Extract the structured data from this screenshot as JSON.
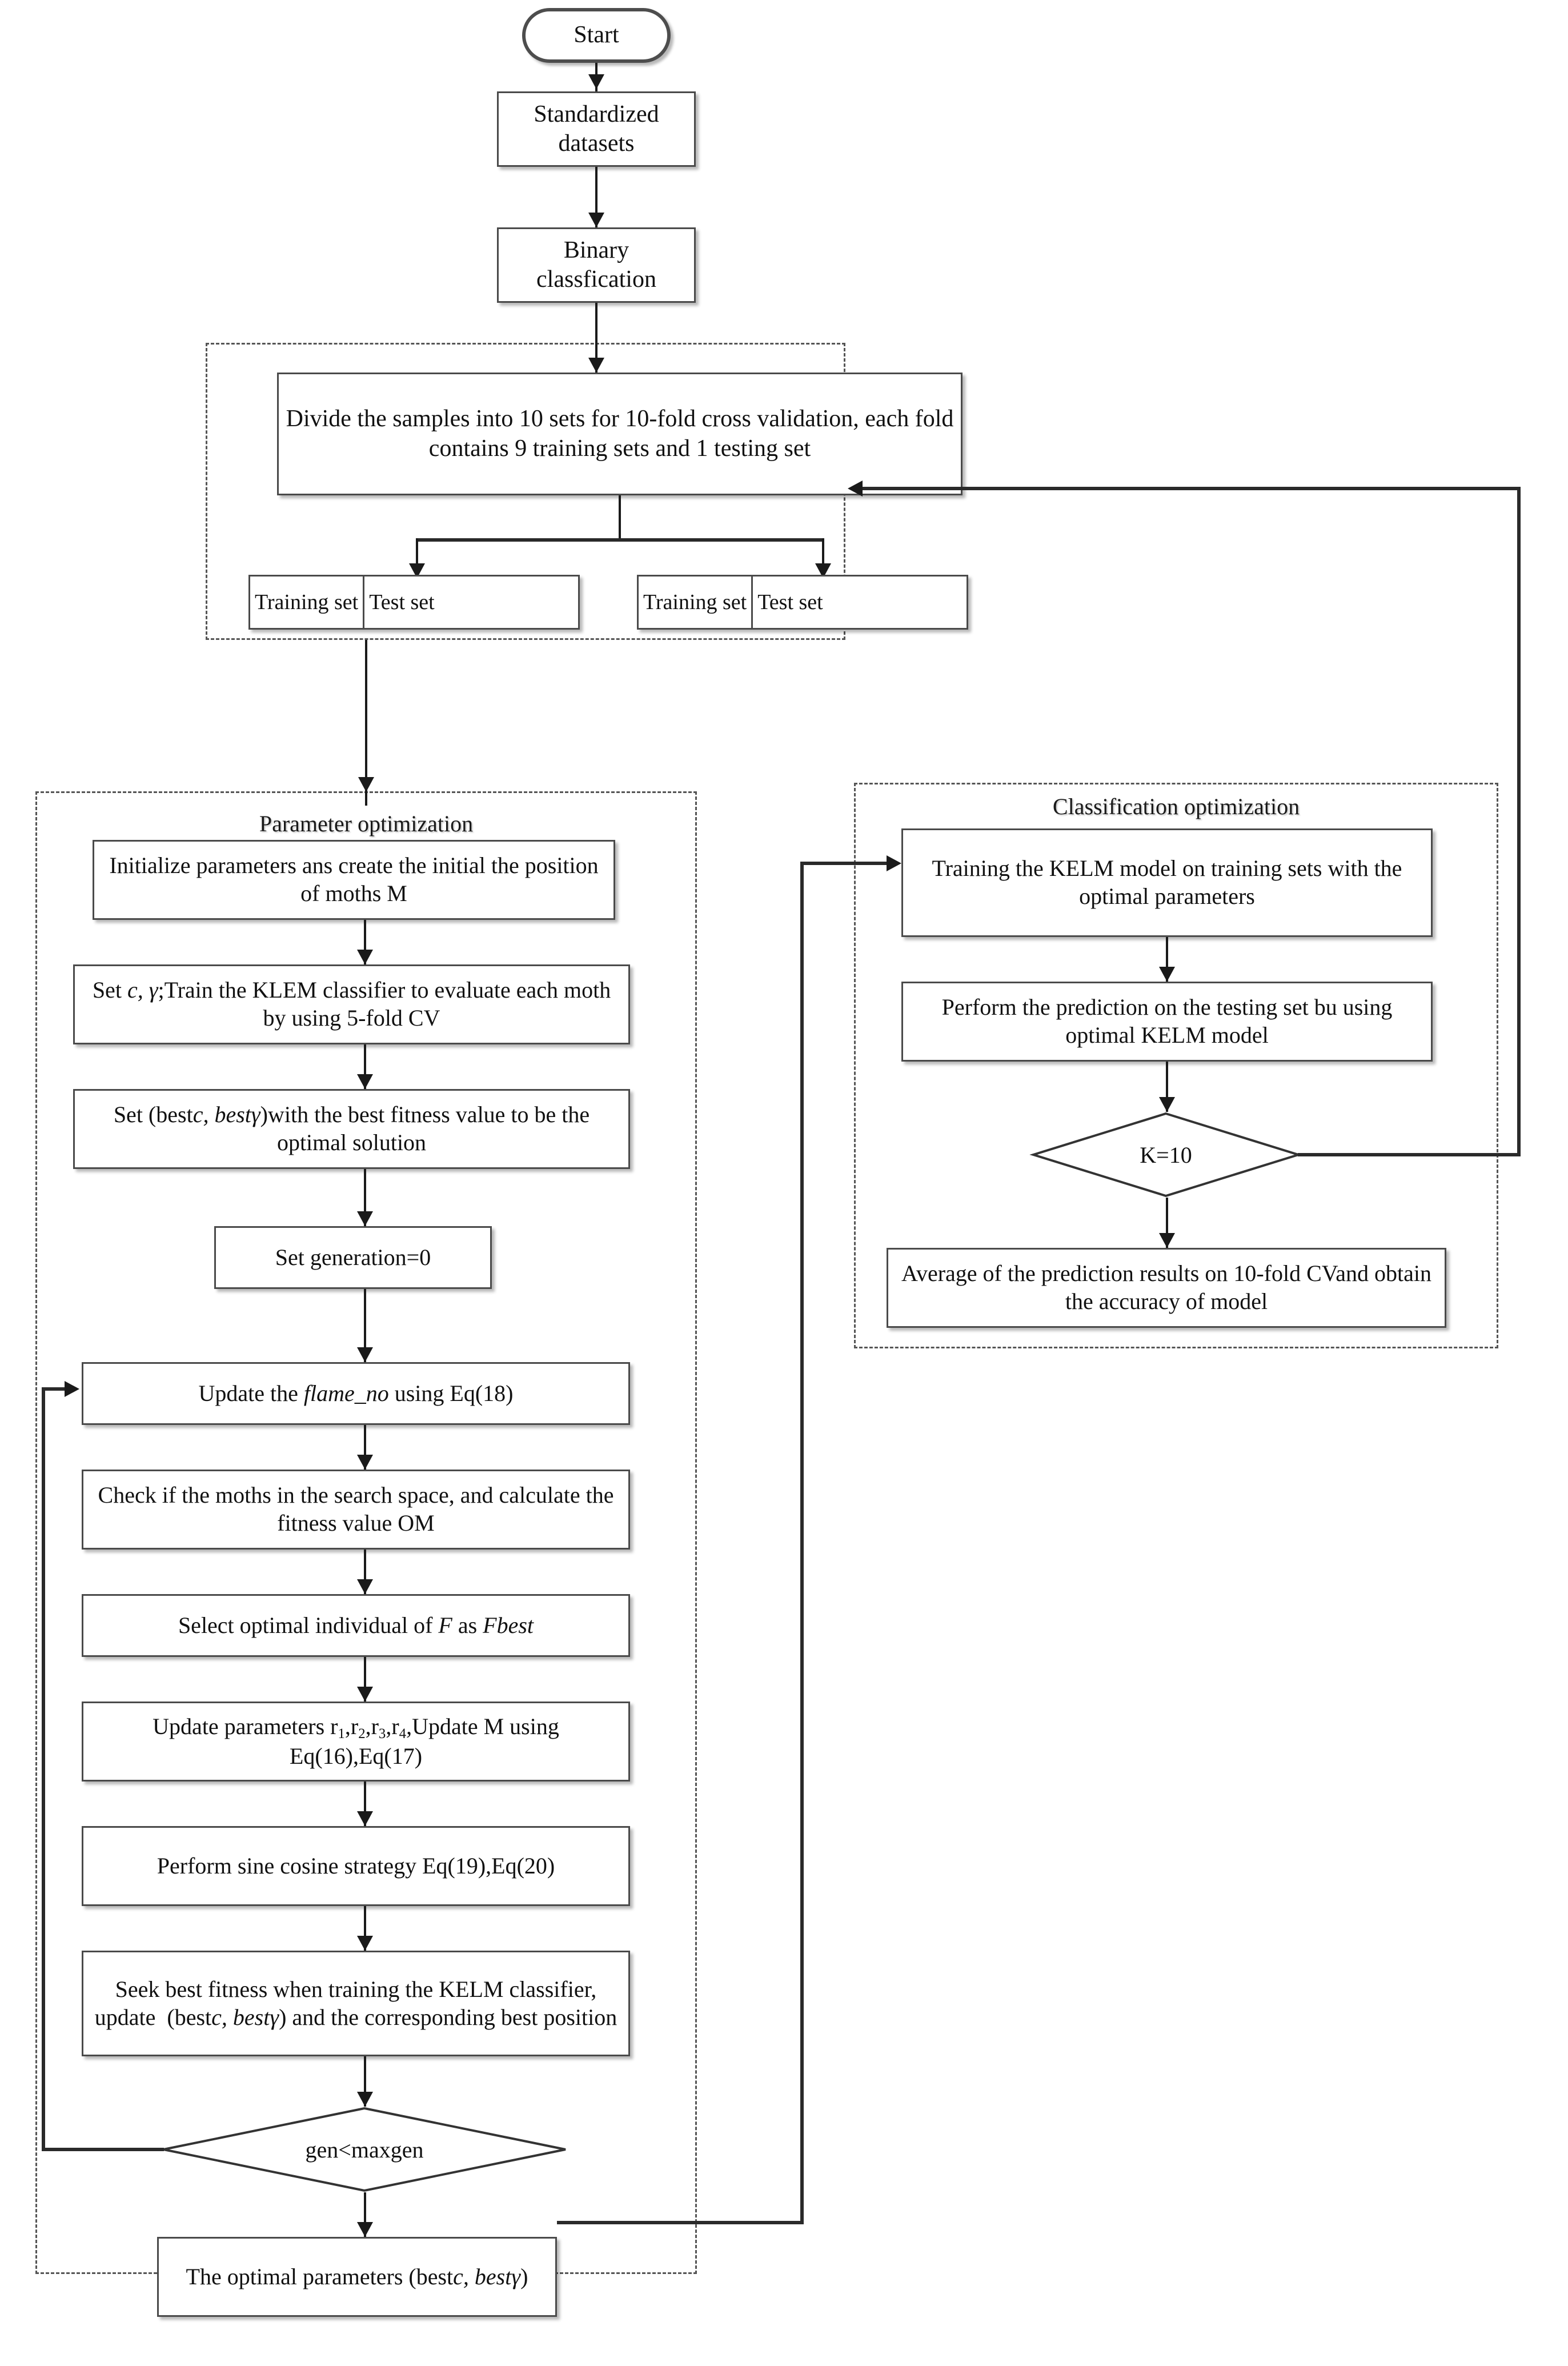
{
  "diagram": {
    "title": "KELM parameter and classification optimization flowchart",
    "colors": {
      "box_border": "#4a4a4a",
      "group_border": "#555555",
      "line": "#1a1a1a",
      "background": "#ffffff"
    }
  },
  "nodes": {
    "start": "Start",
    "standardized_datasets": "Standardized datasets",
    "binary_classification": "Binary classfication",
    "divide_samples": "Divide the samples into 10 sets for 10-fold cross validation, each fold contains 9 training sets and 1 testing set",
    "fold_left_training": "Training set",
    "fold_left_test": "Test set",
    "fold_right_training": "Training set",
    "fold_right_test": "Test set",
    "initialize_parameters": "Initialize parameters ans create the initial the position of moths M",
    "set_c_gamma": "Set c, γ ;Train the KLEM classifier to evaluate each moth by using 5-fold CV",
    "set_best": "Set (bestc, bestγ)with the best fitness value to be the optimal solution",
    "set_generation": "Set generation=0",
    "update_flame_no": "Update the flame_no using Eq(18)",
    "check_moths": "Check if the moths in the search space, and calculate the fitness value OM",
    "select_fbest": "Select optimal individual of F as Fbest",
    "update_parameters_r": "Update parameters r1,r2,r3,r4,Update M using Eq(16),Eq(17)",
    "sine_cosine": "Perform sine cosine strategy Eq(19),Eq(20)",
    "seek_best_fitness": "Seek best fitness when training the KELM classifier, update  (bestc, bestγ) and the corresponding best position",
    "gen_maxgen": "gen<maxgen",
    "optimal_parameters": "The optimal parameters (bestc, bestγ)",
    "training_kelm": "Training the KELM model on training sets with the optimal parameters",
    "perform_prediction": "Perform the prediction on the testing set bu using optimal KELM model",
    "k_equals_10": "K=10",
    "average_prediction": "Average of the prediction results on 10-fold CVand obtain the accuracy of model"
  },
  "groups": {
    "cross_validation": "",
    "parameter_optimization": "Parameter optimization",
    "classification_optimization": "Classification optimization"
  }
}
